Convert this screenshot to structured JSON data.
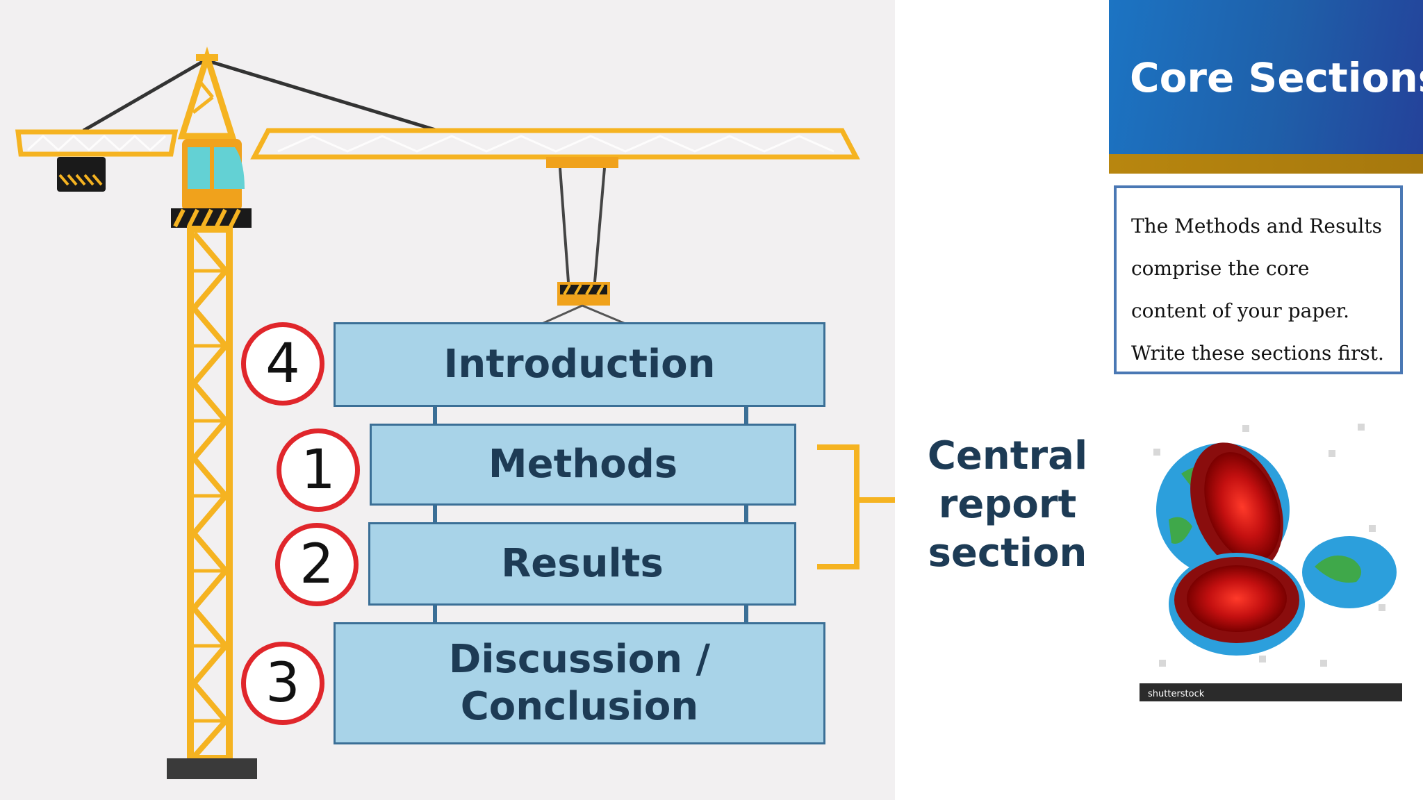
{
  "diagram": {
    "sections": [
      {
        "label": "Introduction",
        "order": "4"
      },
      {
        "label": "Methods",
        "order": "1"
      },
      {
        "label": "Results",
        "order": "2"
      },
      {
        "label": "Discussion /\nConclusion",
        "order": "3"
      }
    ],
    "bracket_label": "Central\nreport\nsection"
  },
  "sidebar": {
    "title": "Core Sections",
    "body": "The Methods and Results comprise the core content of your paper. Write these sections first.",
    "image_caption": "shutterstock"
  },
  "colors": {
    "crane": "#f5b321",
    "box_fill": "#a8d3e8",
    "box_border": "#3b6f96",
    "badge_ring": "#e0262b",
    "title_banner": "#1f64b2",
    "gold_stripe": "#b8860f"
  }
}
